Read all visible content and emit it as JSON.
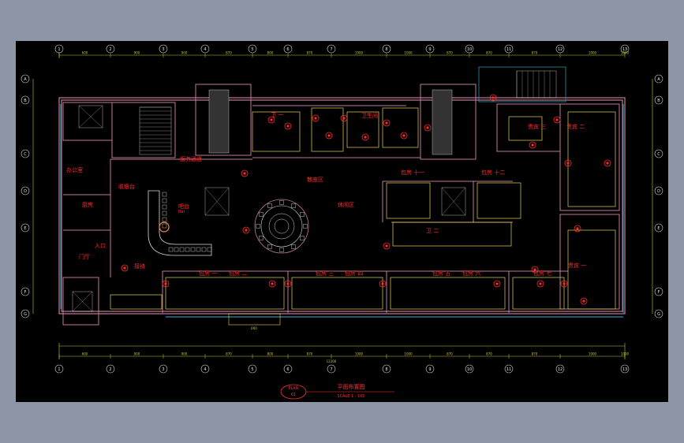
{
  "drawing": {
    "background_color": "#000000",
    "wall_color": "#c07a9a",
    "furniture_color": "#e8d24a",
    "room_label_color": "#ff2a2a",
    "glass_color": "#2f8fa8",
    "dimension_color": "#c8c83a"
  },
  "room_labels": {
    "office": "办公室",
    "kitchen": "厨房",
    "lobby": "门厅",
    "entrance": "入口",
    "reception": "接待",
    "cashier": "收银台",
    "bar": "吧台",
    "bar_sub": "Bar",
    "service_corridor": "服务通道",
    "restroom": "卫生间",
    "dining_hall": "散座区",
    "lounge": "休闲区",
    "b1": "包房 一",
    "b2": "包房 二",
    "b3": "包房 三",
    "b4": "包房 四",
    "b5": "包房 五",
    "b6": "包房 六",
    "b7": "包房 七",
    "b11": "包房 十一",
    "b12": "包房 十二",
    "v1": "贵宾 一",
    "v2": "贵宾 二",
    "v3": "贵宾 三",
    "r1": "卫 一",
    "r2": "卫 二"
  },
  "grid_top": [
    "1",
    "2",
    "3",
    "4",
    "5",
    "6",
    "7",
    "8",
    "9",
    "10",
    "11",
    "12",
    "13"
  ],
  "grid_bottom": [
    "1",
    "2",
    "3",
    "4",
    "5",
    "6",
    "7",
    "8",
    "9",
    "10",
    "11",
    "12",
    "13"
  ],
  "grid_left": [
    "A",
    "B",
    "C",
    "D",
    "E",
    "F",
    "G"
  ],
  "grid_right": [
    "A",
    "B",
    "C",
    "D",
    "E",
    "F",
    "G"
  ],
  "dims_top": [
    "600",
    "900",
    "900",
    "870",
    "800",
    "870",
    "1000",
    "1000",
    "870",
    "870",
    "870",
    "1000",
    "1000"
  ],
  "dims_bottom": [
    "600",
    "900",
    "900",
    "870",
    "800",
    "870",
    "1000",
    "1000",
    "870",
    "870",
    "870",
    "1000",
    "1000"
  ],
  "dim_total": "12200",
  "dim_opening": "600",
  "title_block": {
    "tag": "PLAN",
    "tag_number": "01",
    "title": "平面布置图",
    "scale": "SCALE 1 : 100"
  }
}
